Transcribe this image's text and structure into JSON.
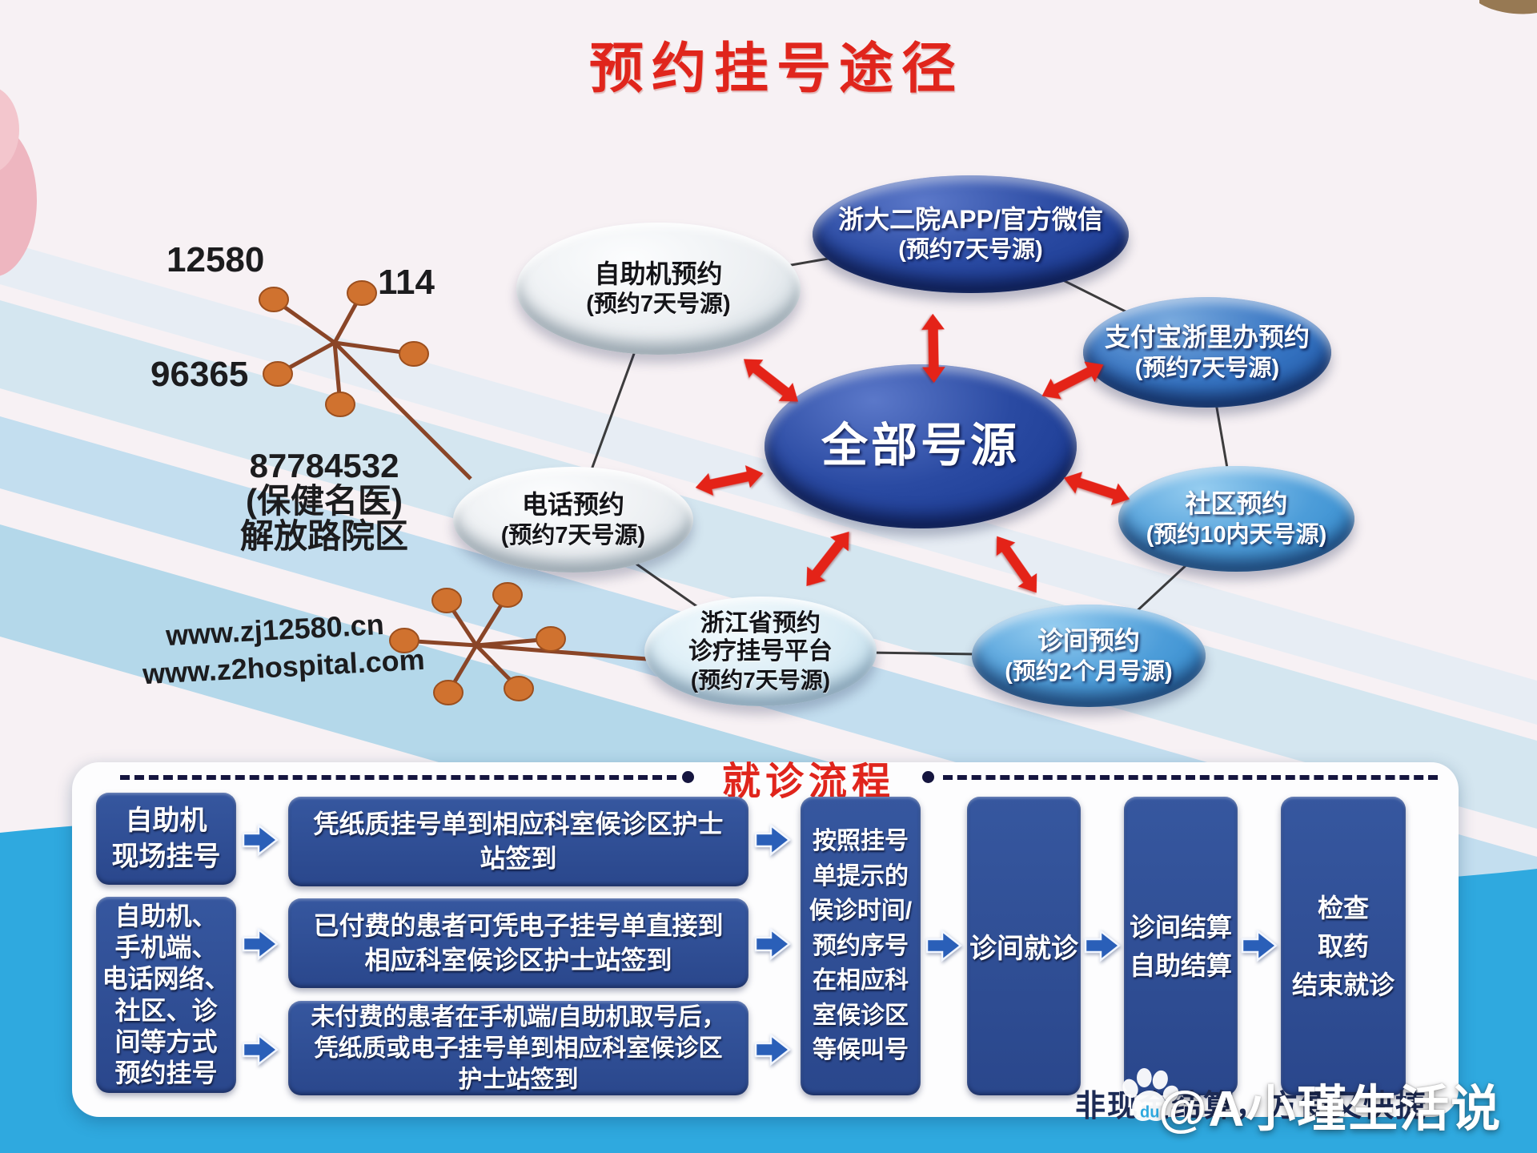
{
  "title": "预约挂号途径",
  "diagram": {
    "center": {
      "title": "全部号源"
    },
    "nodes": [
      {
        "title": "自助机预约",
        "subtitle": "(预约7天号源)"
      },
      {
        "title": "浙大二院APP/官方微信",
        "subtitle": "(预约7天号源)"
      },
      {
        "title": "支付宝浙里办预约",
        "subtitle": "(预约7天号源)"
      },
      {
        "title": "社区预约",
        "subtitle": "(预约10内天号源)"
      },
      {
        "title": "诊间预约",
        "subtitle": "(预约2个月号源)"
      },
      {
        "title": "浙江省预约\n诊疗挂号平台",
        "subtitle": "(预约7天号源)"
      },
      {
        "title": "电话预约",
        "subtitle": "(预约7天号源)"
      }
    ],
    "hotlines": {
      "line1": "12580",
      "line2": "114",
      "line3": "96365",
      "line4": "87784532",
      "line4_note": "(保健名医)",
      "line4_campus": "解放路院区"
    },
    "websites": {
      "site1": "www.zj12580.cn",
      "site2": "www.z2hospital.com"
    }
  },
  "flow": {
    "heading": "就诊流程",
    "source_onsite": "自助机\n现场挂号",
    "source_booked": "自助机、\n手机端、\n电话网络、\n社区、诊\n间等方式\n预约挂号",
    "step_paper": "凭纸质挂号单到相应科室候诊区护士\n站签到",
    "step_paid": "已付费的患者可凭电子挂号单直接到\n相应科室候诊区护士站签到",
    "step_unpaid": "未付费的患者在手机端/自助机取号后，\n凭纸质或电子挂号单到相应科室候诊区\n护士站签到",
    "step_wait": "按照挂号\n单提示的\n候诊时间/\n预约序号\n在相应科\n室候诊区\n等候叫号",
    "step_visit": "诊间就诊",
    "step_settle": "诊间结算\n自助结算",
    "step_finish": "检查\n取药\n结束就诊"
  },
  "footer": {
    "slogan": "非现金结算，方便又快捷",
    "watermark": "@A小瑾生活说",
    "paw_text": "du"
  }
}
